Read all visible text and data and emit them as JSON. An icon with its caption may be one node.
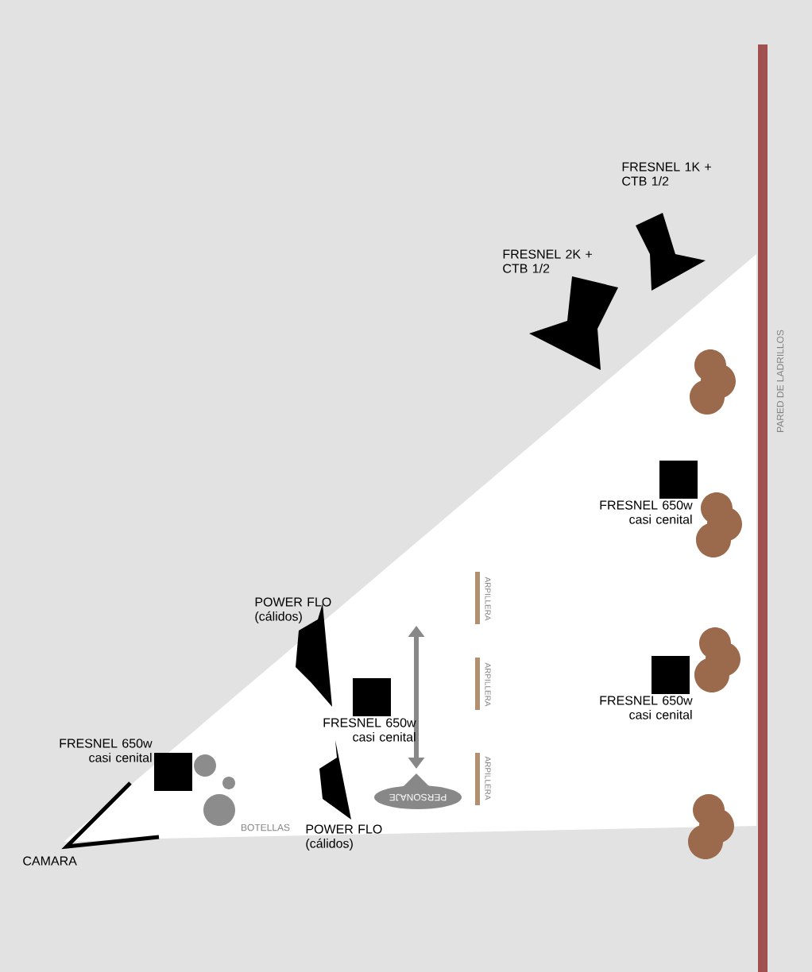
{
  "diagram": {
    "nodes": [
      {
        "text": [
          "PERSONAJE"
        ]
      }
    ],
    "labels": [
      "FRESNEL 1K + CTB 1/2",
      "FRESNEL 2K + CTB 1/2",
      "PARED DE LADRILLOS",
      "FRESNEL 650w casi cenital",
      "ARPILLERA",
      "POWER FLO (cálidos)",
      "ARPILLERA",
      "FRESNEL 650w casi cenital",
      "FRESNEL 650w casi cenital",
      "FRESNEL 650w casi cenital",
      "ARPILLERA",
      "BOTELLAS",
      "POWER FLO (cálidos)",
      "CAMARA"
    ]
  }
}
